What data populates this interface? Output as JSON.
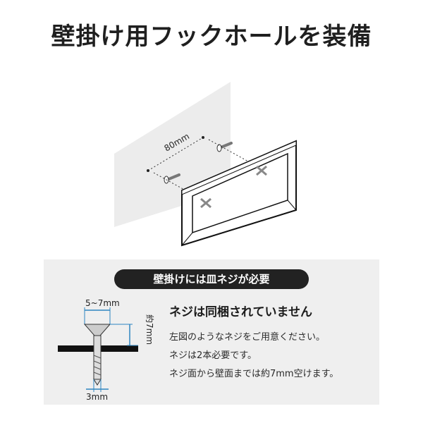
{
  "title": "壁掛け用フックホールを装備",
  "illustration": {
    "spacing_label": "80mm"
  },
  "panel": {
    "pill_label": "壁掛けには皿ネジが必要",
    "heading": "ネジは同梱されていません",
    "lines": [
      "左図のようなネジをご用意ください。",
      "ネジは2本必要です。",
      "ネジ面から壁面までは約7mm空けます。"
    ],
    "diagram": {
      "head_width_label": "5~7mm",
      "gap_label": "約7mm",
      "shaft_width_label": "3mm"
    }
  },
  "colors": {
    "dimension_blue": "#2e86c1",
    "pill_bg": "#222222",
    "panel_bg": "#efefef"
  }
}
